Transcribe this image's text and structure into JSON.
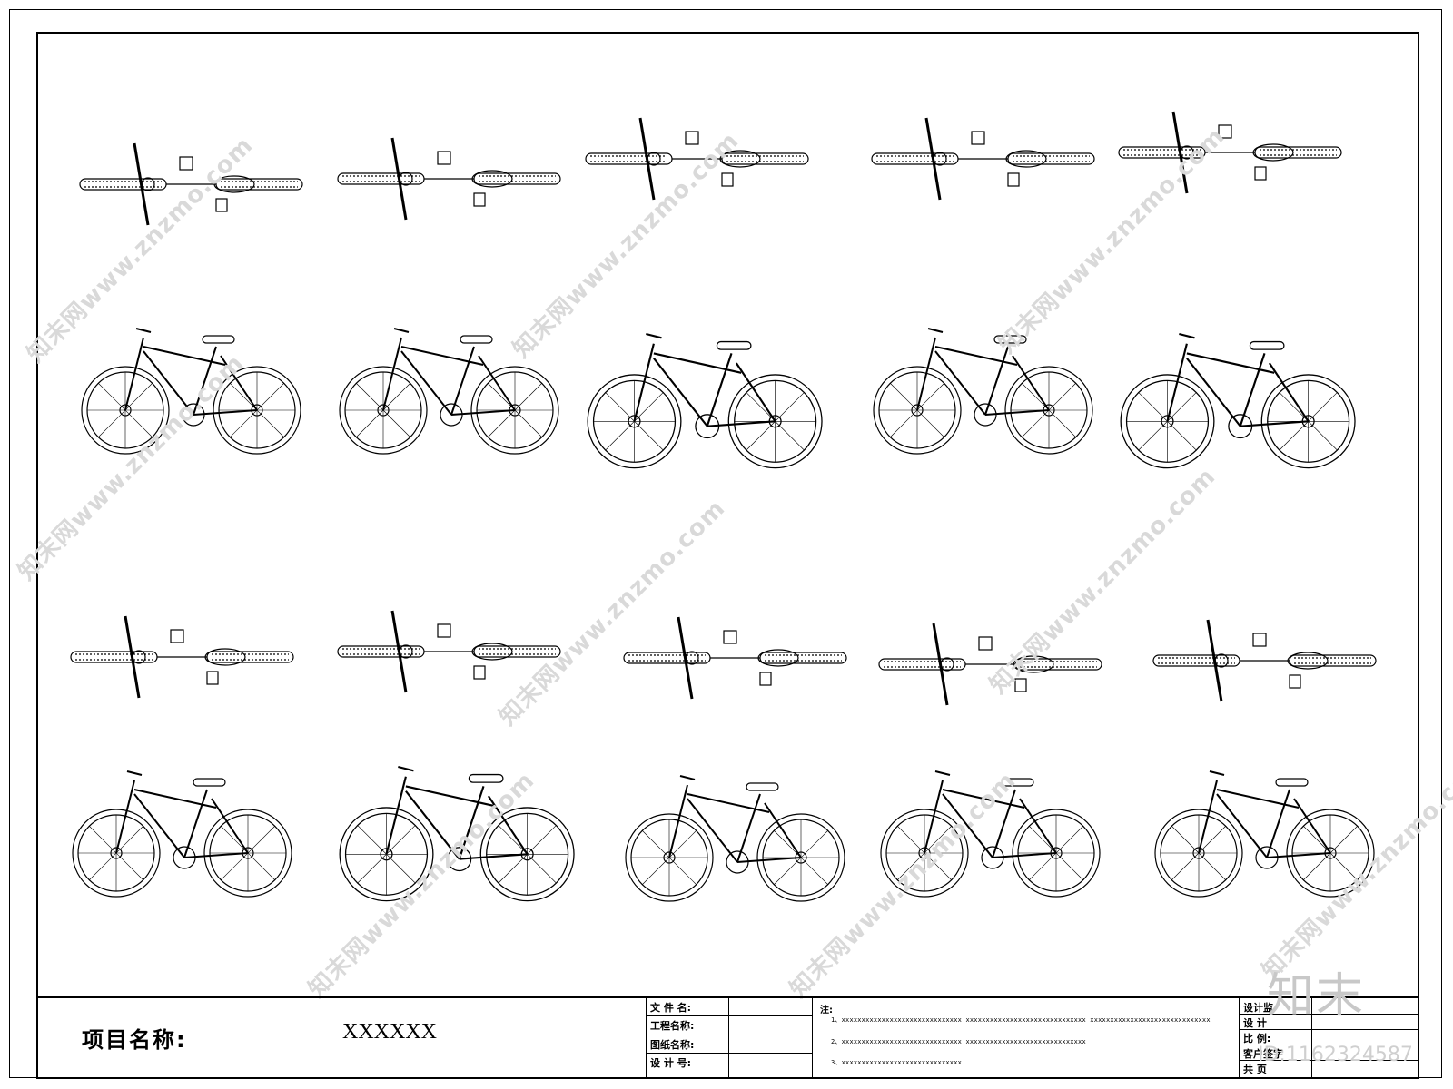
{
  "title_block": {
    "project_label": "项目名称:",
    "project_value": "XXXXXX",
    "file_fields": [
      {
        "label": "文 件 名:"
      },
      {
        "label": "工程名称:"
      },
      {
        "label": "图纸名称:"
      },
      {
        "label": "设 计 号:"
      }
    ],
    "notes_title": "注:",
    "notes": [
      "1、xxxxxxxxxxxxxxxxxxxxxxxxxxxxxx    xxxxxxxxxxxxxxxxxxxxxxxxxxxxxx    xxxxxxxxxxxxxxxxxxxxxxxxxxxxxx",
      "2、xxxxxxxxxxxxxxxxxxxxxxxxxxxxxx    xxxxxxxxxxxxxxxxxxxxxxxxxxxxxx",
      "3、xxxxxxxxxxxxxxxxxxxxxxxxxxxxxx"
    ],
    "right_fields": [
      {
        "label": "设计监"
      },
      {
        "label": "设 计"
      },
      {
        "label": "比  例:"
      },
      {
        "label": "客户签字"
      },
      {
        "label": "共    页"
      }
    ]
  },
  "watermark": {
    "text": "知末网www.znzmo.com",
    "brand": "知末",
    "id": "ID:1162324587"
  }
}
